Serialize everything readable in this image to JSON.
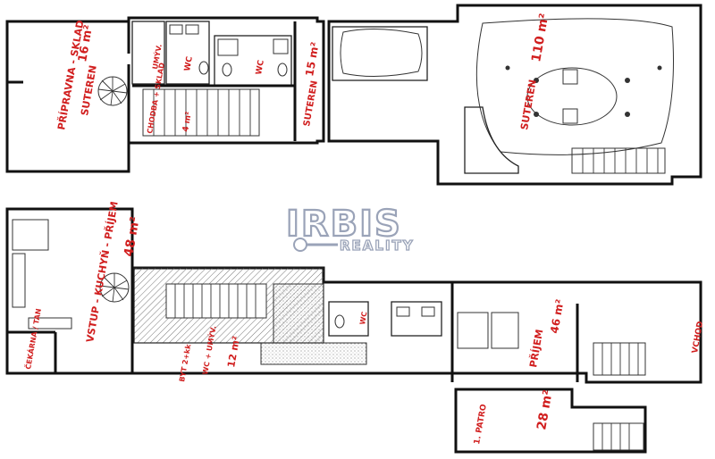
{
  "watermark": {
    "brand": "IRBIS",
    "tagline": "REALITY"
  },
  "rooms_top": {
    "priprava": {
      "name": "PŘÍPRAVNA - SKLAD",
      "area": "16 m²",
      "type": "SUTEREN"
    },
    "chodba": {
      "name": "CHODBA + SKLAD",
      "area": "4 m²"
    },
    "umyvarna": {
      "name": "UMÝV."
    },
    "wc1": {
      "name": "WC"
    },
    "wc2": {
      "name": "WC"
    },
    "suteren15": {
      "area": "15 m²",
      "type": "SUTEREN"
    },
    "suteren110": {
      "area": "110 m²",
      "type": "SUTEREN"
    }
  },
  "rooms_bottom": {
    "vstup": {
      "name": "VSTUP - KUCHYŇ - PŘÍJEM",
      "area": "48 m²"
    },
    "cekarna": {
      "name": "ČEKÁRNA / TAN"
    },
    "byt": {
      "name": "BYT 2+kk",
      "sub": "WC + UMÝV."
    },
    "byt_area": {
      "area": "12 m²"
    },
    "wc3": {
      "name": "WC"
    },
    "prijem": {
      "name": "PŘÍJEM",
      "area": "46 m²"
    },
    "vchod": {
      "name": "VCHOD"
    },
    "patro": {
      "name": "1. PATRO",
      "area": "28 m²"
    }
  }
}
